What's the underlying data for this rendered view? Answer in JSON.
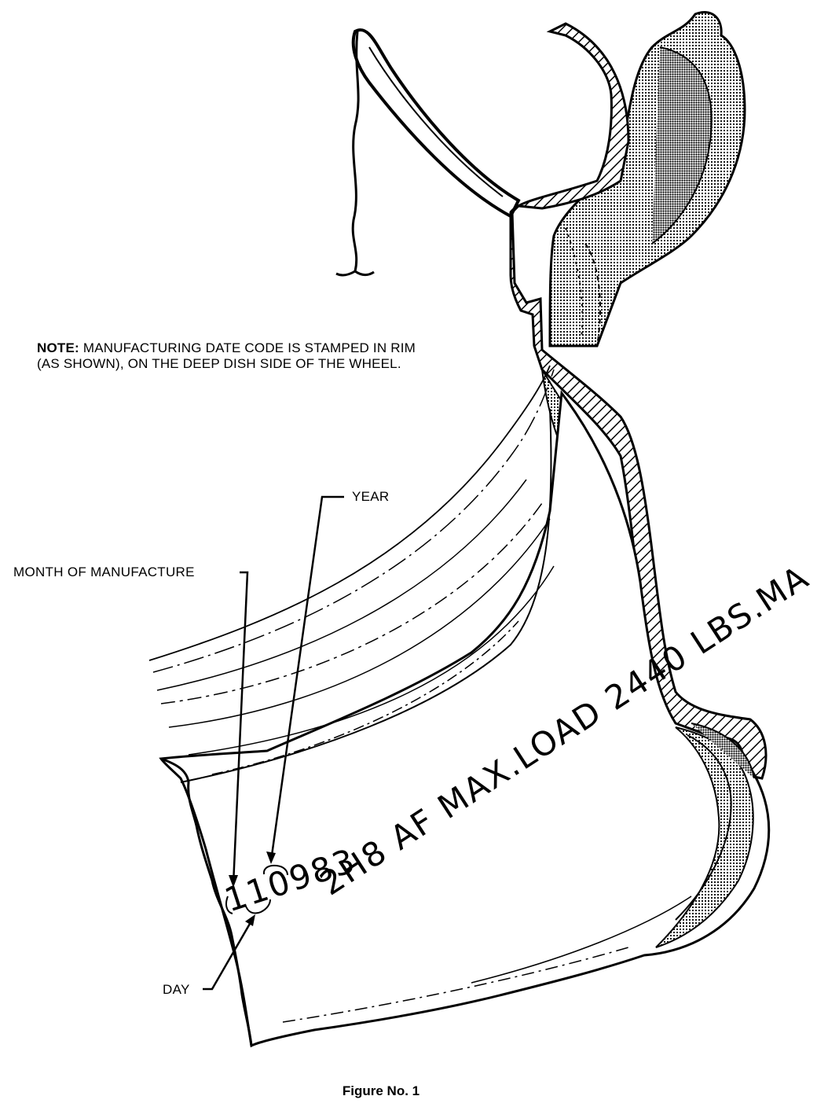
{
  "note": {
    "lead": "NOTE:",
    "body": "MANUFACTURING DATE CODE IS STAMPED IN RIM (AS SHOWN), ON THE DEEP DISH SIDE OF THE WHEEL."
  },
  "callouts": {
    "year": "YEAR",
    "month": "MONTH OF MANUFACTURE",
    "day": "DAY"
  },
  "stamp": {
    "date_code": "110983",
    "rest": "2H8 AF MAX.LOAD 2440 LBS.MA"
  },
  "caption": "Figure No. 1"
}
